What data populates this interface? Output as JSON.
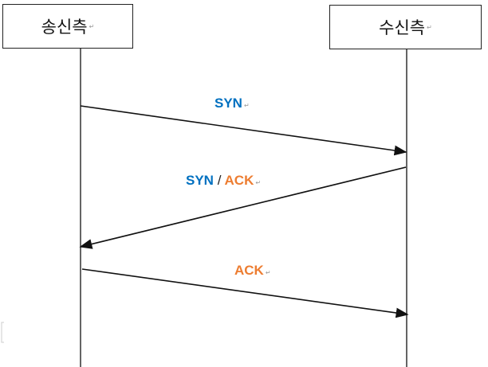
{
  "participants": {
    "sender": "송신측",
    "receiver": "수신측"
  },
  "messages": [
    {
      "parts": [
        {
          "text": "SYN",
          "color": "#0070c0"
        }
      ]
    },
    {
      "parts": [
        {
          "text": "SYN",
          "color": "#0070c0"
        },
        {
          "text": "/",
          "color": "#222222"
        },
        {
          "text": "ACK",
          "color": "#ed7d31"
        }
      ]
    },
    {
      "parts": [
        {
          "text": "ACK",
          "color": "#ed7d31"
        }
      ]
    }
  ],
  "paragraph_mark": "↵"
}
